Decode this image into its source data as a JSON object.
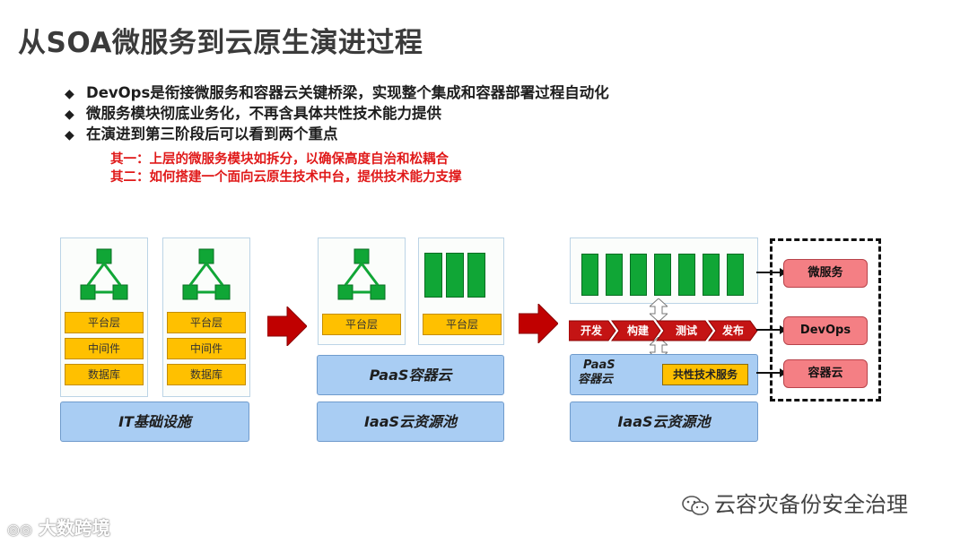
{
  "title": "从SOA微服务到云原生演进过程",
  "bullets": [
    "DevOps是衔接微服务和容器云关键桥梁，实现整个集成和容器部署过程自动化",
    "微服务模块彻底业务化，不再含具体共性技术能力提供",
    "在演进到第三阶段后可以看到两个重点"
  ],
  "bullet_symbol": "◆",
  "red_notes": [
    "其一：上层的微服务模块如拆分，以确保高度自治和松耦合",
    "其二：如何搭建一个面向云原生技术中台，提供技术能力支撑"
  ],
  "stage1": {
    "layers": [
      "平台层",
      "中间件",
      "数据库"
    ],
    "base": "IT基础设施"
  },
  "stage2": {
    "platform": "平台层",
    "paas": "PaaS容器云",
    "iaas": "IaaS云资源池"
  },
  "stage3": {
    "pipeline": [
      "开发",
      "构建",
      "测试",
      "发布"
    ],
    "paas_label": "PaaS\n容器云",
    "paas_line1": "PaaS",
    "paas_line2": "容器云",
    "tech_service": "共性技术服务",
    "iaas": "IaaS云资源池"
  },
  "legend": [
    "微服务",
    "DevOps",
    "容器云"
  ],
  "watermark_right": "云容灾备份安全治理",
  "watermark_left": "大数跨境",
  "colors": {
    "green": "#10a636",
    "layer": "#ffc000",
    "base": "#a9cdf3",
    "pipeline": "#c41414",
    "pill": "#f47f84",
    "red_text": "#e01919",
    "arrow": "#c00000"
  }
}
